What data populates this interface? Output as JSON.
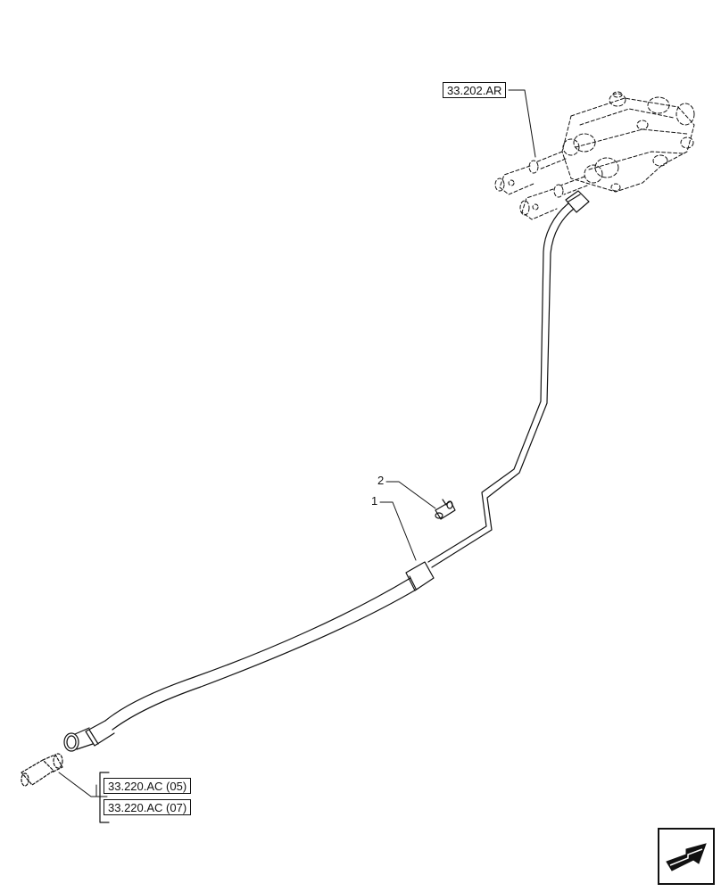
{
  "references": {
    "valve_ref": "33.202.AR",
    "coupler_ref_a": "33.220.AC (05)",
    "coupler_ref_b": "33.220.AC (07)"
  },
  "callouts": {
    "item_1": "1",
    "item_2": "2"
  },
  "icons": {
    "next_page": "arrow-next-page-icon"
  },
  "colors": {
    "line": "#111111",
    "background": "#ffffff"
  }
}
